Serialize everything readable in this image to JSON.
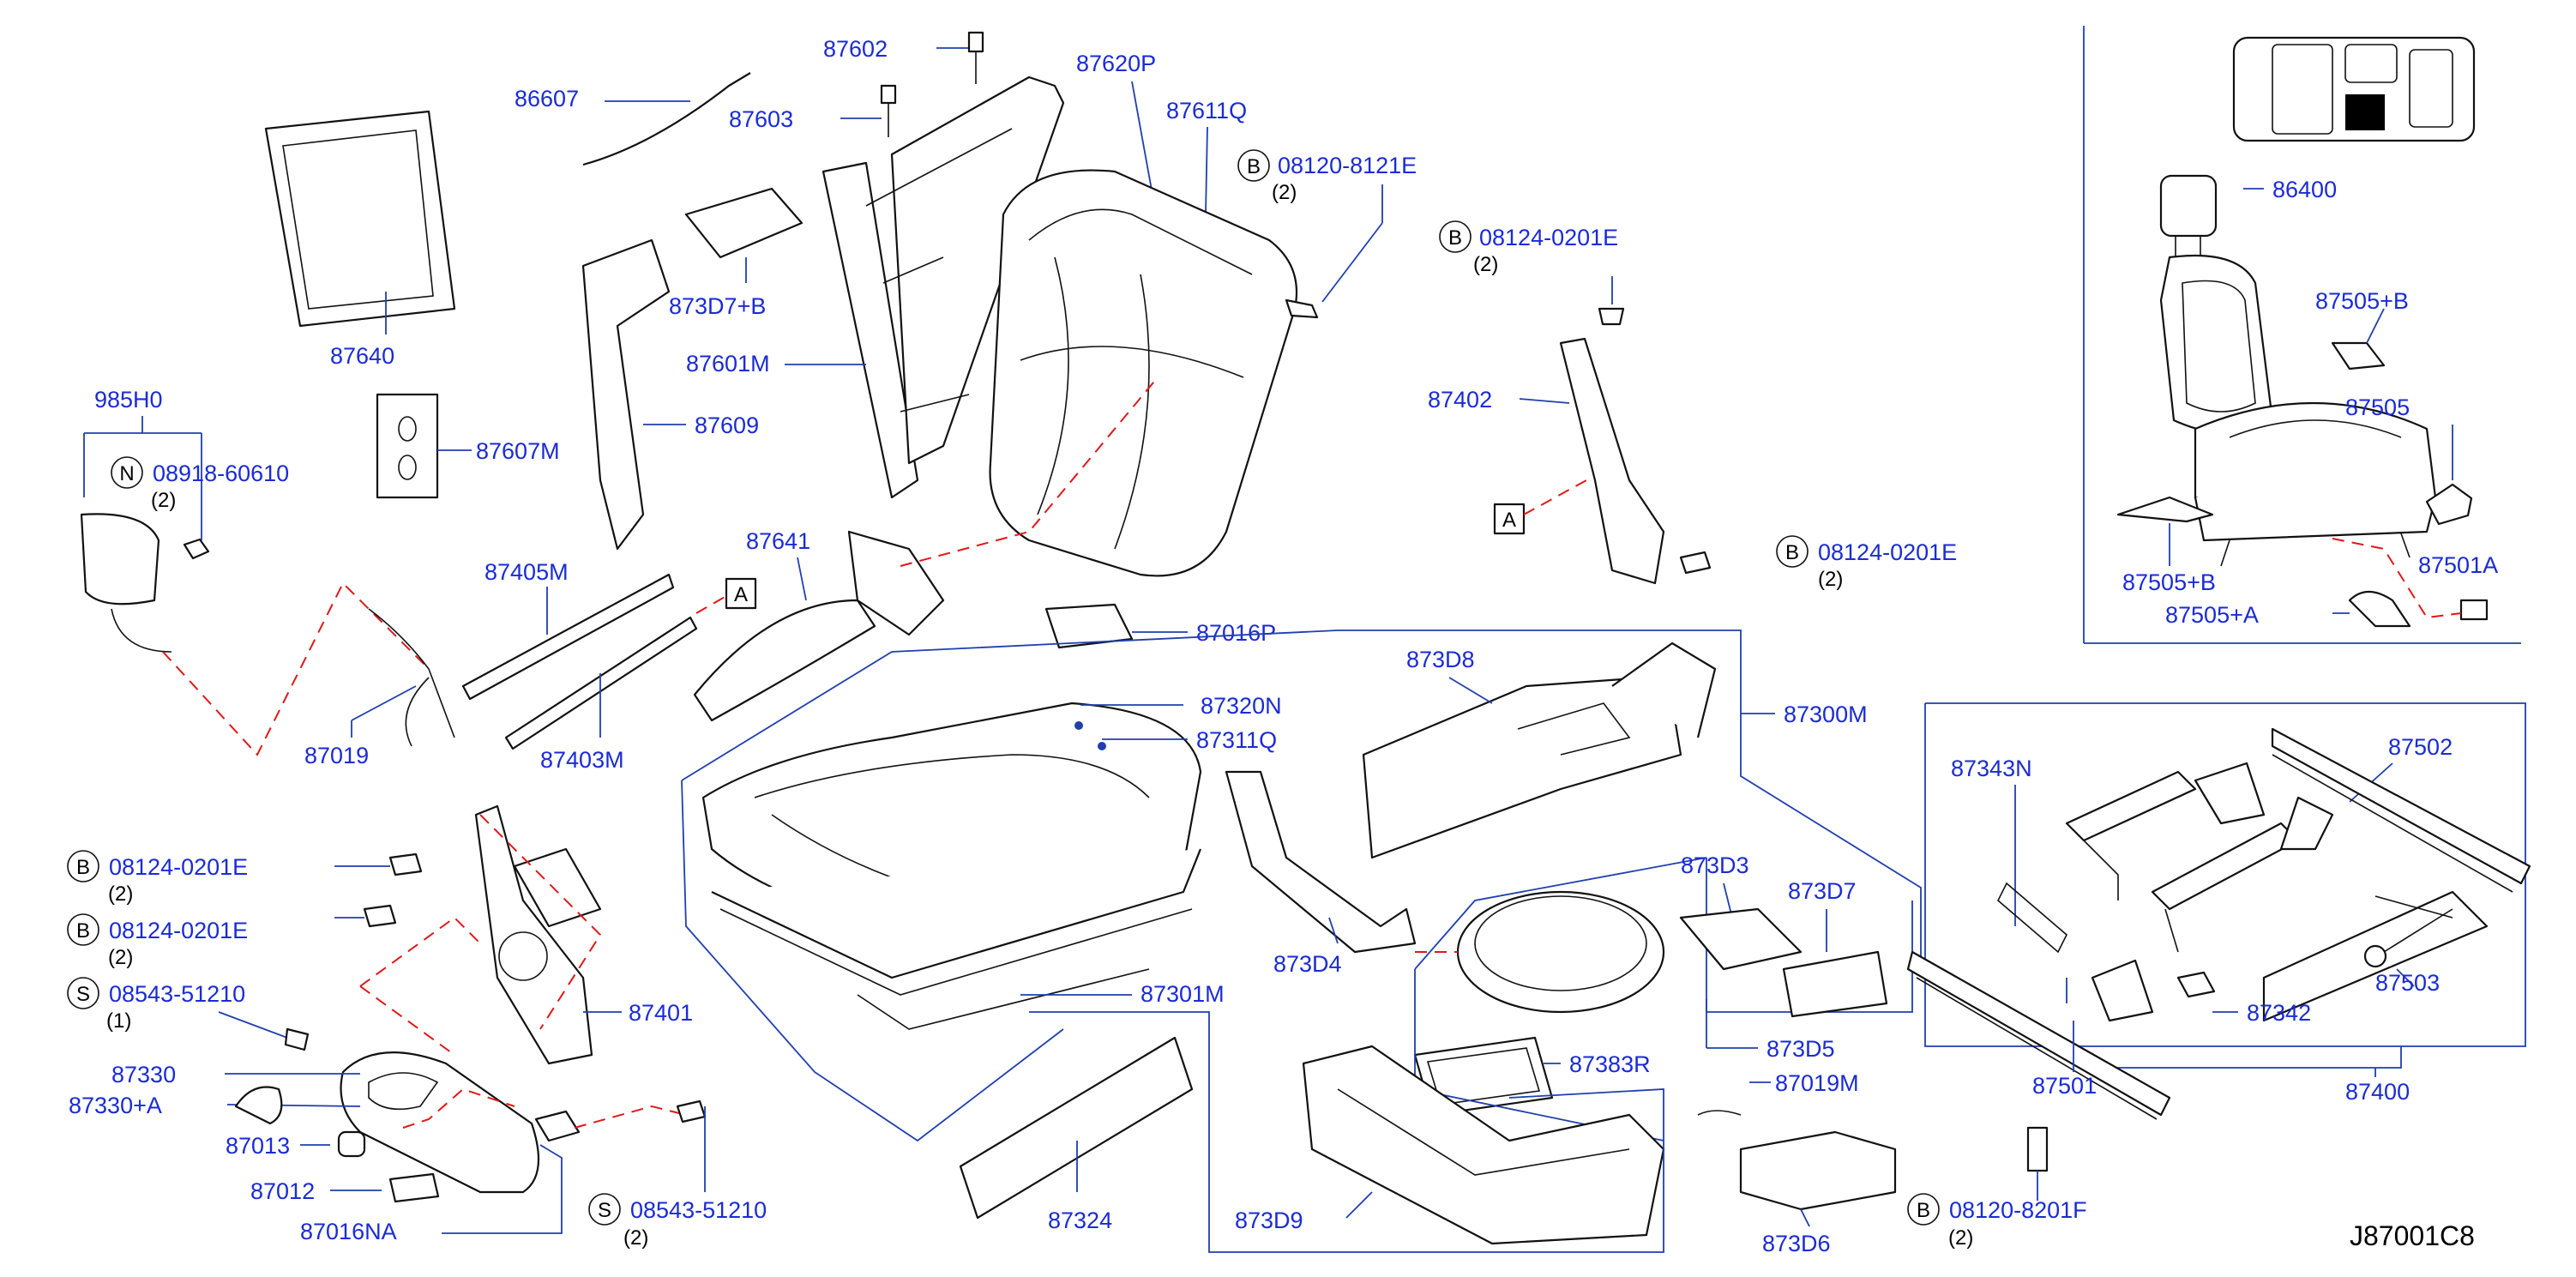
{
  "diagram_code": "J87001C8",
  "labels": {
    "p86607": "86607",
    "p87602": "87602",
    "p87603": "87603",
    "p87620P": "87620P",
    "p87611Q": "87611Q",
    "p87640": "87640",
    "p873D7B": "873D7+B",
    "p87601M": "87601M",
    "p985H0": "985H0",
    "p87607M": "87607M",
    "p87609": "87609",
    "p87405M": "87405M",
    "p87641": "87641",
    "p87016P": "87016P",
    "p87019": "87019",
    "p87403M": "87403M",
    "p87402": "87402",
    "p873D8": "873D8",
    "p87300M": "87300M",
    "p87320N": "87320N",
    "p87311Q": "87311Q",
    "p873D3": "873D3",
    "p873D7": "873D7",
    "p873D4": "873D4",
    "p87301M": "87301M",
    "p87401": "87401",
    "p87383R": "87383R",
    "p873D5": "873D5",
    "p87330": "87330",
    "p87330A": "87330+A",
    "p87013": "87013",
    "p87012": "87012",
    "p87016NA": "87016NA",
    "p87324": "87324",
    "p873D9": "873D9",
    "p87019M": "87019M",
    "p873D6": "873D6",
    "p86400": "86400",
    "p87505B_top": "87505+B",
    "p87505": "87505",
    "p87505B_bot": "87505+B",
    "p87501A": "87501A",
    "p87505A": "87505+A",
    "p87343N": "87343N",
    "p87502": "87502",
    "p87342": "87342",
    "p87503": "87503",
    "p87501": "87501",
    "p87400": "87400",
    "ref_A": "A"
  },
  "fasteners": {
    "f1": {
      "symbol": "B",
      "part": "08120-8121E",
      "qty": "(2)"
    },
    "f2": {
      "symbol": "B",
      "part": "08124-0201E",
      "qty": "(2)"
    },
    "f3": {
      "symbol": "N",
      "part": "08918-60610",
      "qty": "(2)"
    },
    "f4": {
      "symbol": "B",
      "part": "08124-0201E",
      "qty": "(2)"
    },
    "f5": {
      "symbol": "B",
      "part": "08124-0201E",
      "qty": "(2)"
    },
    "f6": {
      "symbol": "B",
      "part": "08124-0201E",
      "qty": "(2)"
    },
    "f7": {
      "symbol": "S",
      "part": "08543-51210",
      "qty": "(1)"
    },
    "f8": {
      "symbol": "S",
      "part": "08543-51210",
      "qty": "(2)"
    },
    "f9": {
      "symbol": "B",
      "part": "08120-8201F",
      "qty": "(2)"
    }
  },
  "colors": {
    "label": "#1a2bd6",
    "leader": "#1f3fae",
    "dashed": "#e01818",
    "line": "#111111"
  }
}
